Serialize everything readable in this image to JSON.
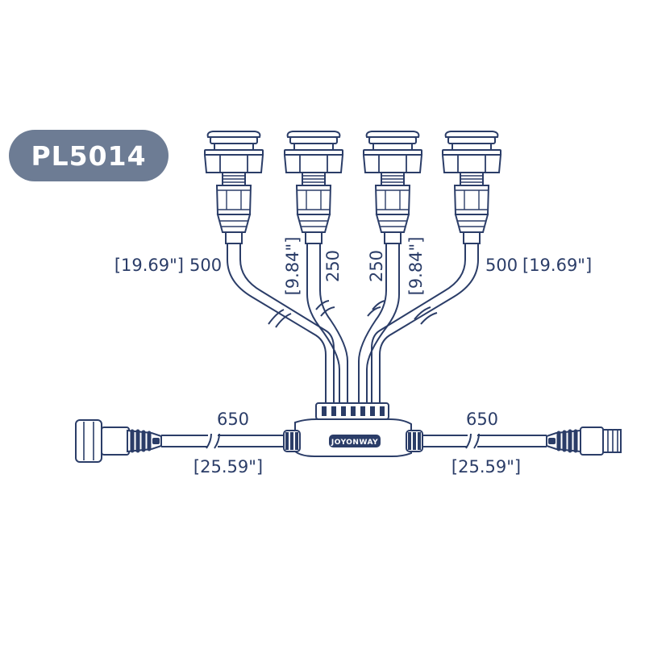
{
  "model_badge": "PL5014",
  "brand_logo": "JOYONWAY",
  "colors": {
    "line": "#2b3d68",
    "badge_bg": "#6d7c94",
    "badge_text": "#ffffff"
  },
  "dimensions": {
    "branch_outer_left": {
      "mm": "500",
      "inch": "[19.69\"]"
    },
    "branch_inner_left": {
      "mm": "250",
      "inch": "[9.84\"]"
    },
    "branch_inner_right": {
      "mm": "250",
      "inch": "[9.84\"]"
    },
    "branch_outer_right": {
      "mm": "500",
      "inch": "[19.69\"]"
    },
    "trunk_left": {
      "mm": "650",
      "inch": "[25.59\"]"
    },
    "trunk_right": {
      "mm": "650",
      "inch": "[25.59\"]"
    }
  }
}
